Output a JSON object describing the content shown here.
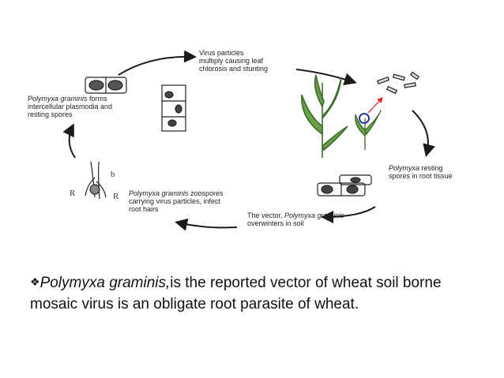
{
  "diagram": {
    "labels": {
      "virus_multiply": "Virus particles\nmultiply causing leaf\nchlorosis and stunting",
      "plasmodia_species": "Polymyxa graminis",
      "plasmodia_rest": " forms\nintercellular plasmodia and\nresting spores",
      "resting_species": "Polymyxa",
      "resting_rest": " resting\nspores in root tissue",
      "overwinter_prefix": "The vector, ",
      "overwinter_species": "Polymyxa graminis",
      "overwinter_rest": "\noverwinters in soil",
      "zoospore_species": "Polymyxa graminis",
      "zoospore_rest": " zoospores\ncarrying virus particles, infect\nroot hairs"
    },
    "sketch_letters": {
      "r1": "R",
      "r2": "R",
      "b": "b"
    }
  },
  "caption": {
    "bullet": "❖",
    "species": "Polymyxa graminis,",
    "text": "is the reported vector of wheat soil borne mosaic virus is an obligate root parasite of wheat."
  }
}
